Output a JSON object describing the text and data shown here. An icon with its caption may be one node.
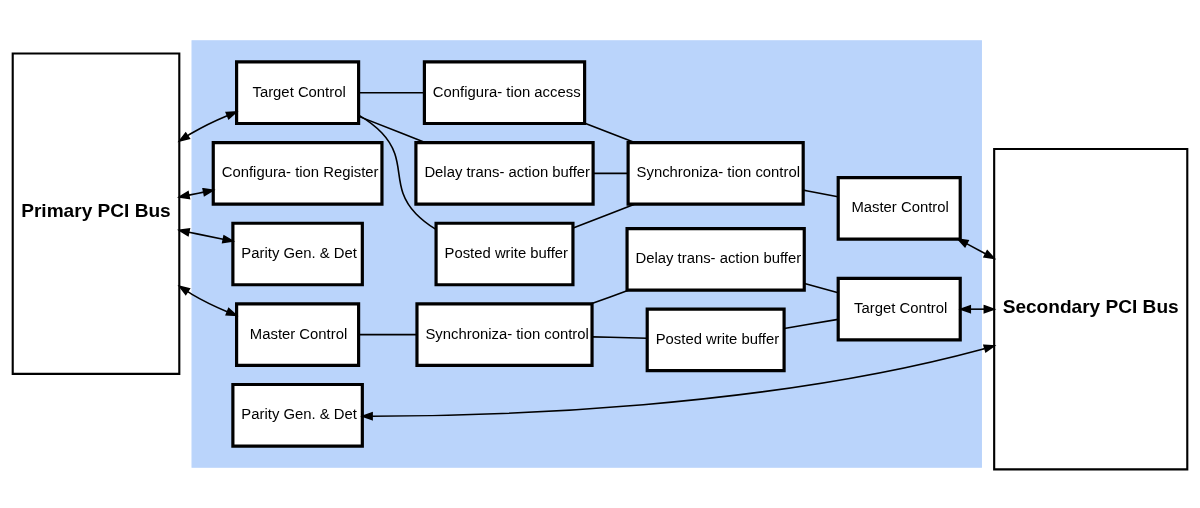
{
  "diagram": {
    "nodes": [
      {
        "text": [
          "Primary PCI Bus"
        ]
      },
      {
        "text": [],
        "shape": "box"
      },
      {
        "text": [
          "Target Control"
        ],
        "in": 1
      },
      {
        "text": [
          "Configura- tion Register"
        ],
        "in": 1
      },
      {
        "text": [
          "Parity Gen. & Det"
        ],
        "in": 1
      },
      {
        "text": [
          "Master Control"
        ],
        "in": 1
      },
      {
        "text": [
          "Posted write buffer"
        ],
        "in": 1
      },
      {
        "text": [
          "Delay trans- action buffer"
        ],
        "in": 1
      },
      {
        "text": [
          "Configura- tion access"
        ],
        "in": 1
      },
      {
        "text": [
          "Synchroniza- tion control"
        ],
        "in": 1
      },
      {
        "text": [
          "Synchroniza- tion control"
        ],
        "in": 1
      },
      {
        "text": [
          "Master Control"
        ],
        "in": 1
      },
      {
        "text": [
          "Parity Gen. & Det"
        ],
        "in": 1
      },
      {
        "text": [
          "Posted write buffer"
        ],
        "in": 1
      },
      {
        "text": [
          "Delay trans- action buffer"
        ],
        "in": 1
      },
      {
        "text": [
          "Target Control"
        ],
        "in": 1
      },
      {
        "text": [
          "Secondary PCI Bus"
        ]
      }
    ],
    "edges": [
      {
        "from": 0,
        "to": 2,
        "arrow": "both"
      },
      {
        "from": 0,
        "to": 3,
        "arrow": "both"
      },
      {
        "from": 0,
        "to": 4,
        "arrow": "both"
      },
      {
        "from": 0,
        "to": 5,
        "arrow": "both"
      },
      {
        "from": 2,
        "to": 6,
        "arrow": "none"
      },
      {
        "from": 2,
        "to": 7,
        "arrow": "none"
      },
      {
        "from": 2,
        "to": 8,
        "arrow": "none"
      },
      {
        "from": 6,
        "to": 10,
        "arrow": "none"
      },
      {
        "from": 7,
        "to": 10,
        "arrow": "none"
      },
      {
        "from": 8,
        "to": 10,
        "arrow": "none"
      },
      {
        "from": 10,
        "to": 11,
        "arrow": "none"
      },
      {
        "from": 5,
        "to": 9,
        "arrow": "none"
      },
      {
        "from": 9,
        "to": 13,
        "arrow": "none"
      },
      {
        "from": 9,
        "to": 14,
        "arrow": "none"
      },
      {
        "from": 13,
        "to": 15,
        "arrow": "none"
      },
      {
        "from": 14,
        "to": 15,
        "arrow": "none"
      },
      {
        "from": 11,
        "to": 16,
        "arrow": "both"
      },
      {
        "from": 12,
        "to": 16,
        "arrow": "both"
      },
      {
        "from": 15,
        "to": 16,
        "arrow": "both"
      }
    ]
  }
}
